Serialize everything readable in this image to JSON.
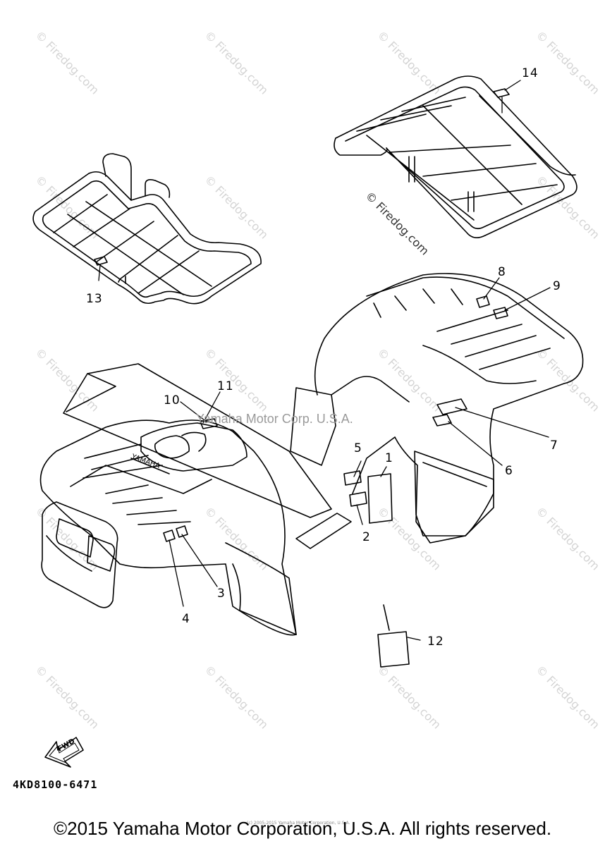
{
  "watermark": {
    "text": "© Firedog.com"
  },
  "center_watermark": "Yamaha Motor Corp. U.S.A.",
  "labels": {
    "p1": "1",
    "p2": "2",
    "p3": "3",
    "p4": "4",
    "p5": "5",
    "p6": "6",
    "p7": "7",
    "p8": "8",
    "p9": "9",
    "p10": "10",
    "p11": "11",
    "p12": "12",
    "p13": "13",
    "p14": "14"
  },
  "decal_texts": {
    "yamaha": "YAMAHA",
    "fwd": "FWD"
  },
  "part_code": "4KD8100-6471",
  "tiny_copyright": "(c) 2005-2015 Yamaha Motor Corporation, U.S.A.",
  "footer": "©2015 Yamaha Motor Corporation, U.S.A. All rights reserved."
}
